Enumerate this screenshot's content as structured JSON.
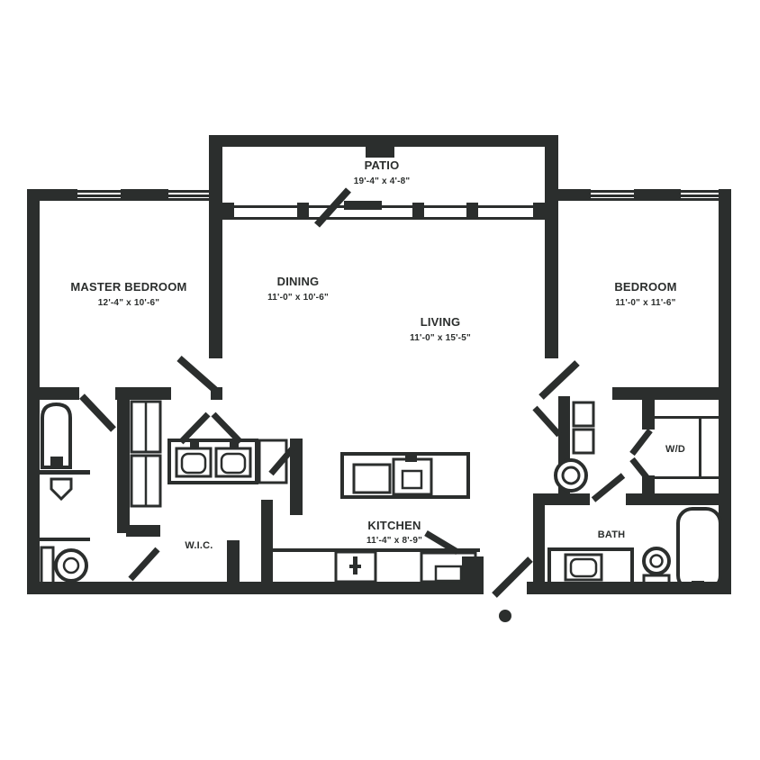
{
  "title": "Two bedroom two bath apartment floor plan",
  "palette": {
    "ink": "#2b2e2d",
    "background": "#ffffff"
  },
  "rooms": {
    "patio": {
      "name": "PATIO",
      "dims": "19'-4\" x 4'-8\""
    },
    "master": {
      "name": "MASTER BEDROOM",
      "dims": "12'-4\" x 10'-6\""
    },
    "dining": {
      "name": "DINING",
      "dims": "11'-0\" x 10'-6\""
    },
    "living": {
      "name": "LIVING",
      "dims": "11'-0\" x 15'-5\""
    },
    "bedroom": {
      "name": "BEDROOM",
      "dims": "11'-0\" x 11'-6\""
    },
    "kitchen": {
      "name": "KITCHEN",
      "dims": "11'-4\" x 8'-9\""
    }
  },
  "labels": {
    "walk_in_closet": "W.I.C.",
    "washer_dryer": "W/D",
    "bath": "BATH"
  }
}
